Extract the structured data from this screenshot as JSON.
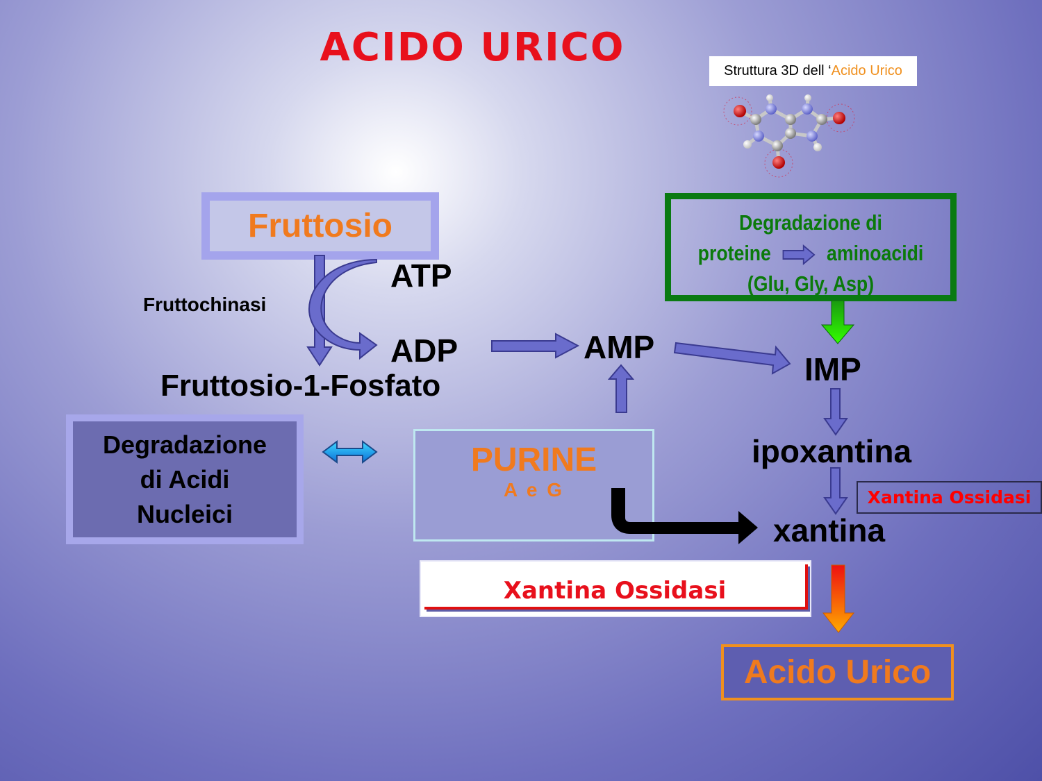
{
  "title": "ACIDO URICO",
  "caption": {
    "prefix": "Struttura 3D  dell ‘",
    "accent": "Acido Urico"
  },
  "colors": {
    "title": "#e8101c",
    "orange_label": "#f07a1e",
    "green_box": "#0a7a12",
    "arrow_fill": "#6a6ccc",
    "arrow_stroke": "#3a3a90",
    "green_arrow": "#22ee00",
    "cyan_arrow": "#19a8ee"
  },
  "nodes": {
    "fruttosio": "Fruttosio",
    "atp": "ATP",
    "adp": "ADP",
    "fruttochinasi": "Fruttochinasi",
    "fruttosio_1_fosfato": "Fruttosio-1-Fosfato",
    "amp": "AMP",
    "imp": "IMP",
    "ipoxantina": "ipoxantina",
    "xantina": "xantina",
    "acido_urico": "Acido Urico"
  },
  "degradazione_proteine": {
    "line1": "Degradazione di",
    "line2_left": "proteine",
    "line2_right": "aminoacidi",
    "line3": "(Glu, Gly, Asp)"
  },
  "degradazione_acidi": [
    "Degradazione",
    "di Acidi",
    "Nucleici"
  ],
  "purine": {
    "title": "PURINE",
    "subtitle": "A e G"
  },
  "enzymes": {
    "xantina_ossidasi_small": "Xantina Ossidasi",
    "xantina_ossidasi_big": "Xantina Ossidasi"
  },
  "icons": [
    "uric-acid-3d-molecule",
    "arrow-right",
    "arrow-down",
    "arrow-up",
    "curved-arrow",
    "double-arrow",
    "bent-arrow"
  ]
}
